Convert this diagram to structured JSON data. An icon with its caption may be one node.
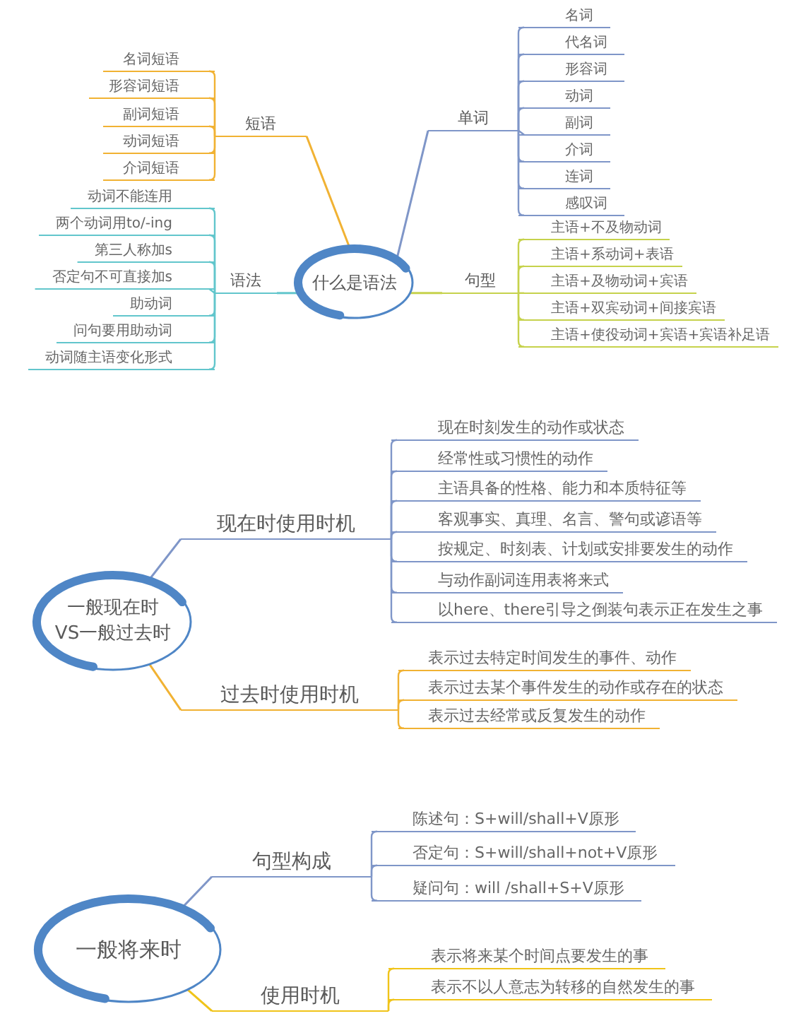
{
  "diagram": {
    "nodes": [
      {
        "text": [
          "什么是语法"
        ]
      },
      {
        "text": [
          "短语"
        ]
      },
      {
        "text": [
          "名词短语"
        ]
      },
      {
        "text": [
          "形容词短语"
        ]
      },
      {
        "text": [
          "副词短语"
        ]
      },
      {
        "text": [
          "动词短语"
        ]
      },
      {
        "text": [
          "介词短语"
        ]
      },
      {
        "text": [
          "语法"
        ]
      },
      {
        "text": [
          "动词不能连用"
        ]
      },
      {
        "text": [
          "两个动词用to/-ing"
        ]
      },
      {
        "text": [
          "第三人称加s"
        ]
      },
      {
        "text": [
          "否定句不可直接加s"
        ]
      },
      {
        "text": [
          "助动词"
        ]
      },
      {
        "text": [
          "问句要用助动词"
        ]
      },
      {
        "text": [
          "动词随主语变化形式"
        ]
      },
      {
        "text": [
          "单词"
        ]
      },
      {
        "text": [
          "名词"
        ]
      },
      {
        "text": [
          "代名词"
        ]
      },
      {
        "text": [
          "形容词"
        ]
      },
      {
        "text": [
          "动词"
        ]
      },
      {
        "text": [
          "副词"
        ]
      },
      {
        "text": [
          "介词"
        ]
      },
      {
        "text": [
          "连词"
        ]
      },
      {
        "text": [
          "感叹词"
        ]
      },
      {
        "text": [
          "句型"
        ]
      },
      {
        "text": [
          "主语+不及物动词"
        ]
      },
      {
        "text": [
          "主语+系动词+表语"
        ]
      },
      {
        "text": [
          "主语+及物动词+宾语"
        ]
      },
      {
        "text": [
          "主语+双宾动词+间接宾语"
        ]
      },
      {
        "text": [
          "主语+使役动词+宾语+宾语补足语"
        ]
      },
      {
        "text": [
          "一般现在时 VS一般过去时"
        ]
      },
      {
        "text": [
          "现在时使用时机"
        ]
      },
      {
        "text": [
          "现在时刻发生的动作或状态"
        ]
      },
      {
        "text": [
          "经常性或习惯性的动作"
        ]
      },
      {
        "text": [
          "主语具备的性格、能力和本质特征等"
        ]
      },
      {
        "text": [
          "客观事实、真理、名言、警句或谚语等"
        ]
      },
      {
        "text": [
          "按规定、时刻表、计划或安排要发生的动作"
        ]
      },
      {
        "text": [
          "与动作副词连用表将来式"
        ]
      },
      {
        "text": [
          "以here、there引导之倒装句表示正在发生之事"
        ]
      },
      {
        "text": [
          "过去时使用时机"
        ]
      },
      {
        "text": [
          "表示过去特定时间发生的事件、动作"
        ]
      },
      {
        "text": [
          "表示过去某个事件发生的动作或存在的状态"
        ]
      },
      {
        "text": [
          "表示过去经常或反复发生的动作"
        ]
      },
      {
        "text": [
          "一般将来时"
        ]
      },
      {
        "text": [
          "句型构成"
        ]
      },
      {
        "text": [
          "陈述句：S+will/shall+V原形"
        ]
      },
      {
        "text": [
          "否定句：S+will/shall+not+V原形"
        ]
      },
      {
        "text": [
          "疑问句：will /shall+S+V原形"
        ]
      },
      {
        "text": [
          "使用时机"
        ]
      },
      {
        "text": [
          "表示将来某个时间点要发生的事"
        ]
      },
      {
        "text": [
          "表示不以人意志为转移的自然发生的事"
        ]
      }
    ],
    "edges": [
      {
        "from": 0,
        "to": 1,
        "arrow": "none",
        "color": "#f1b233"
      },
      {
        "from": 1,
        "to": 2,
        "arrow": "none",
        "color": "#f1b233"
      },
      {
        "from": 1,
        "to": 3,
        "arrow": "none",
        "color": "#f1b233"
      },
      {
        "from": 1,
        "to": 4,
        "arrow": "none",
        "color": "#f1b233"
      },
      {
        "from": 1,
        "to": 5,
        "arrow": "none",
        "color": "#f1b233"
      },
      {
        "from": 1,
        "to": 6,
        "arrow": "none",
        "color": "#f1b233"
      },
      {
        "from": 0,
        "to": 7,
        "arrow": "none",
        "color": "#62c6cc"
      },
      {
        "from": 7,
        "to": 8,
        "arrow": "none",
        "color": "#62c6cc"
      },
      {
        "from": 7,
        "to": 9,
        "arrow": "none",
        "color": "#62c6cc"
      },
      {
        "from": 7,
        "to": 10,
        "arrow": "none",
        "color": "#62c6cc"
      },
      {
        "from": 7,
        "to": 11,
        "arrow": "none",
        "color": "#62c6cc"
      },
      {
        "from": 7,
        "to": 12,
        "arrow": "none",
        "color": "#62c6cc"
      },
      {
        "from": 7,
        "to": 13,
        "arrow": "none",
        "color": "#62c6cc"
      },
      {
        "from": 7,
        "to": 14,
        "arrow": "none",
        "color": "#62c6cc"
      },
      {
        "from": 0,
        "to": 15,
        "arrow": "none"
      },
      {
        "from": 15,
        "to": 16,
        "arrow": "none"
      },
      {
        "from": 15,
        "to": 17,
        "arrow": "none"
      },
      {
        "from": 15,
        "to": 18,
        "arrow": "none"
      },
      {
        "from": 15,
        "to": 19,
        "arrow": "none"
      },
      {
        "from": 15,
        "to": 20,
        "arrow": "none"
      },
      {
        "from": 15,
        "to": 21,
        "arrow": "none"
      },
      {
        "from": 15,
        "to": 22,
        "arrow": "none"
      },
      {
        "from": 15,
        "to": 23,
        "arrow": "none"
      },
      {
        "from": 0,
        "to": 24,
        "arrow": "none",
        "color": "#c6d24c"
      },
      {
        "from": 24,
        "to": 25,
        "arrow": "none",
        "color": "#c6d24c"
      },
      {
        "from": 24,
        "to": 26,
        "arrow": "none",
        "color": "#c6d24c"
      },
      {
        "from": 24,
        "to": 27,
        "arrow": "none",
        "color": "#c6d24c"
      },
      {
        "from": 24,
        "to": 28,
        "arrow": "none",
        "color": "#c6d24c"
      },
      {
        "from": 24,
        "to": 29,
        "arrow": "none",
        "color": "#c6d24c"
      },
      {
        "from": 30,
        "to": 31,
        "arrow": "none"
      },
      {
        "from": 31,
        "to": 32,
        "arrow": "none"
      },
      {
        "from": 31,
        "to": 33,
        "arrow": "none"
      },
      {
        "from": 31,
        "to": 34,
        "arrow": "none"
      },
      {
        "from": 31,
        "to": 35,
        "arrow": "none"
      },
      {
        "from": 31,
        "to": 36,
        "arrow": "none"
      },
      {
        "from": 31,
        "to": 37,
        "arrow": "none"
      },
      {
        "from": 31,
        "to": 38,
        "arrow": "none"
      },
      {
        "from": 30,
        "to": 39,
        "arrow": "none",
        "color": "#f1b233"
      },
      {
        "from": 39,
        "to": 40,
        "arrow": "none",
        "color": "#f1b233"
      },
      {
        "from": 39,
        "to": 41,
        "arrow": "none",
        "color": "#f1b233"
      },
      {
        "from": 39,
        "to": 42,
        "arrow": "none",
        "color": "#f1b233"
      },
      {
        "from": 43,
        "to": 44,
        "arrow": "none"
      },
      {
        "from": 44,
        "to": 45,
        "arrow": "none"
      },
      {
        "from": 44,
        "to": 46,
        "arrow": "none"
      },
      {
        "from": 44,
        "to": 47,
        "arrow": "none"
      },
      {
        "from": 43,
        "to": 48,
        "arrow": "none",
        "color": "#f0c419"
      },
      {
        "from": 48,
        "to": 49,
        "arrow": "none",
        "color": "#f0c419"
      },
      {
        "from": 48,
        "to": 50,
        "arrow": "none",
        "color": "#f0c419"
      }
    ]
  }
}
